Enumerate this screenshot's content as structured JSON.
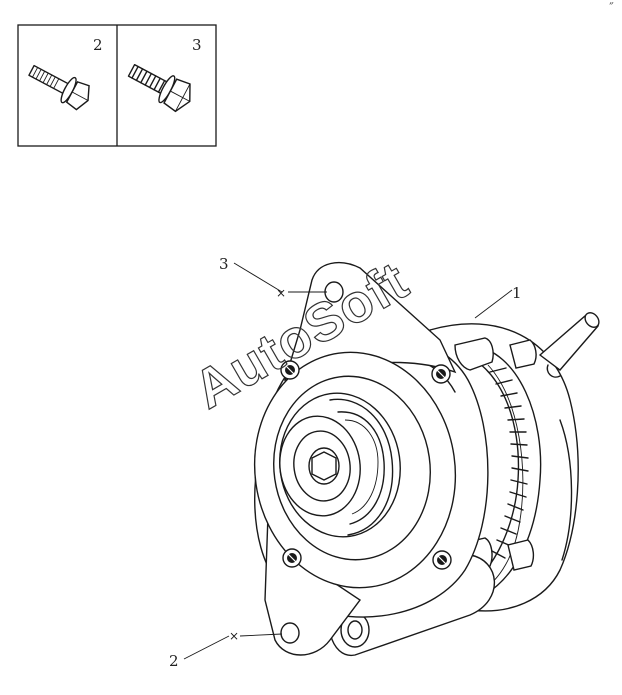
{
  "inset": {
    "panels": [
      {
        "number": "2"
      },
      {
        "number": "3"
      }
    ]
  },
  "callouts": {
    "alternator": "1",
    "lower_bolt": "2",
    "upper_bolt": "3"
  },
  "watermark": "AutoSoft",
  "corner_mark": "˝"
}
